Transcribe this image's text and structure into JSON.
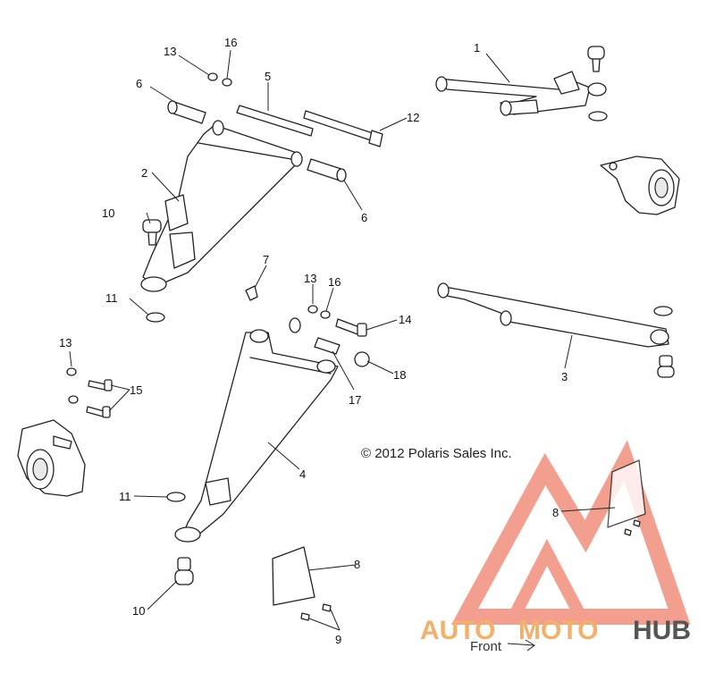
{
  "copyright": "© 2012 Polaris Sales Inc.",
  "front_label": "Front",
  "watermark": {
    "part1": "AUTO",
    "part2": "MOTO",
    "part3": "HUB",
    "accent_color": "#f07f6a",
    "text_color": "#f2b06a",
    "dark_color": "#555555"
  },
  "callouts": {
    "c1": "1",
    "c2": "2",
    "c3": "3",
    "c4": "4",
    "c5": "5",
    "c6a": "6",
    "c6b": "6",
    "c7": "7",
    "c8a": "8",
    "c8b": "8",
    "c9": "9",
    "c10a": "10",
    "c10b": "10",
    "c11a": "11",
    "c11b": "11",
    "c12": "12",
    "c13a": "13",
    "c13b": "13",
    "c13c": "13",
    "c14": "14",
    "c15": "15",
    "c16a": "16",
    "c16b": "16",
    "c17": "17",
    "c18": "18"
  }
}
